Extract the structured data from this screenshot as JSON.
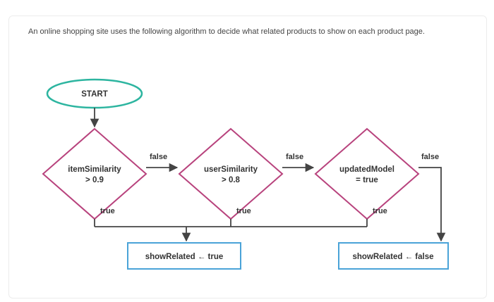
{
  "intro": "An online shopping site uses the following algorithm to decide what related products to show on each product page.",
  "diagram": {
    "start": "START",
    "decisions": [
      {
        "line1": "itemSimilarity",
        "line2": "> 0.9"
      },
      {
        "line1": "userSimilarity",
        "line2": "> 0.8"
      },
      {
        "line1": "updatedModel",
        "line2": "= true"
      }
    ],
    "edges": {
      "false1": "false",
      "false2": "false",
      "false3": "false",
      "true1": "true",
      "true2": "true",
      "true3": "true"
    },
    "actions": {
      "show_true": "showRelated ← true",
      "show_false": "showRelated ← false"
    },
    "colors": {
      "start_border": "#2db5a0",
      "decision_border": "#b8437d",
      "action_border": "#4aa3d8",
      "line": "#444444"
    }
  }
}
